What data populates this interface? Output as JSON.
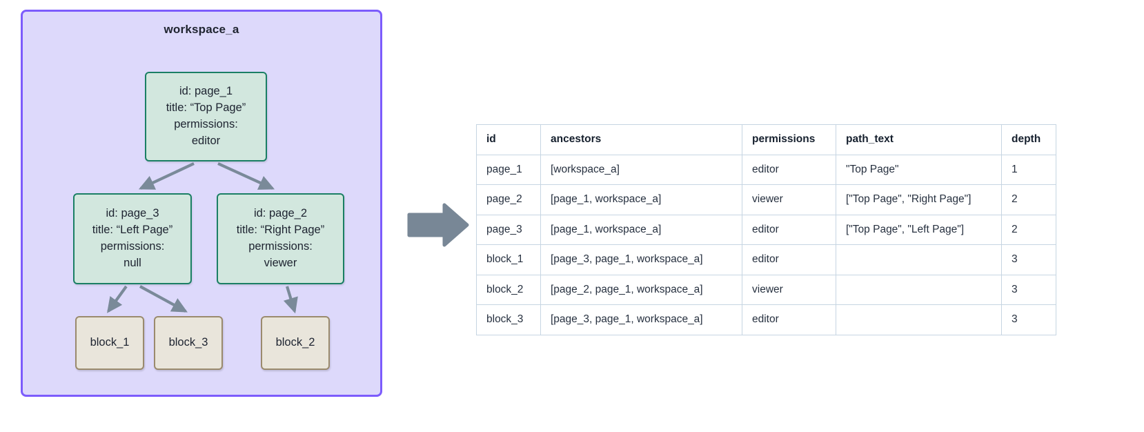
{
  "workspace": {
    "label": "workspace_a",
    "accent_border": "#7c5cfc",
    "accent_fill": "#ddd9fb"
  },
  "diagram": {
    "page_fill": "#d2e7de",
    "page_border": "#1a7f64",
    "block_fill": "#e9e5db",
    "block_border": "#9a8a6d",
    "arrow_color": "#7a8a99",
    "nodes": [
      {
        "key": "page_1",
        "type": "page",
        "lines": [
          "id: page_1",
          "title: “Top Page”",
          "permissions:",
          "editor"
        ]
      },
      {
        "key": "page_3",
        "type": "page",
        "lines": [
          "id: page_3",
          "title: “Left Page”",
          "permissions:",
          "null"
        ]
      },
      {
        "key": "page_2",
        "type": "page",
        "lines": [
          "id: page_2",
          "title: “Right Page”",
          "permissions:",
          "viewer"
        ]
      },
      {
        "key": "block_1",
        "type": "block",
        "lines": [
          "block_1"
        ]
      },
      {
        "key": "block_3",
        "type": "block",
        "lines": [
          "block_3"
        ]
      },
      {
        "key": "block_2",
        "type": "block",
        "lines": [
          "block_2"
        ]
      }
    ],
    "edges": [
      {
        "from": "page_1",
        "to": "page_3"
      },
      {
        "from": "page_1",
        "to": "page_2"
      },
      {
        "from": "page_3",
        "to": "block_1"
      },
      {
        "from": "page_3",
        "to": "block_3"
      },
      {
        "from": "page_2",
        "to": "block_2"
      }
    ]
  },
  "transition": {
    "icon": "right-arrow-icon",
    "color": "#788796"
  },
  "table": {
    "border_color": "#c6d5e2",
    "columns": [
      "id",
      "ancestors",
      "permissions",
      "path_text",
      "depth"
    ],
    "rows": [
      {
        "id": "page_1",
        "ancestors": "[workspace_a]",
        "permissions": "editor",
        "path_text": "\"Top Page\"",
        "depth": "1"
      },
      {
        "id": "page_2",
        "ancestors": "[page_1, workspace_a]",
        "permissions": "viewer",
        "path_text": "[\"Top Page\", \"Right Page\"]",
        "depth": "2"
      },
      {
        "id": "page_3",
        "ancestors": "[page_1, workspace_a]",
        "permissions": "editor",
        "path_text": "[\"Top Page\", \"Left Page\"]",
        "depth": "2"
      },
      {
        "id": "block_1",
        "ancestors": "[page_3, page_1, workspace_a]",
        "permissions": "editor",
        "path_text": "",
        "depth": "3"
      },
      {
        "id": "block_2",
        "ancestors": "[page_2, page_1, workspace_a]",
        "permissions": "viewer",
        "path_text": "",
        "depth": "3"
      },
      {
        "id": "block_3",
        "ancestors": "[page_3, page_1, workspace_a]",
        "permissions": "editor",
        "path_text": "",
        "depth": "3"
      }
    ]
  }
}
